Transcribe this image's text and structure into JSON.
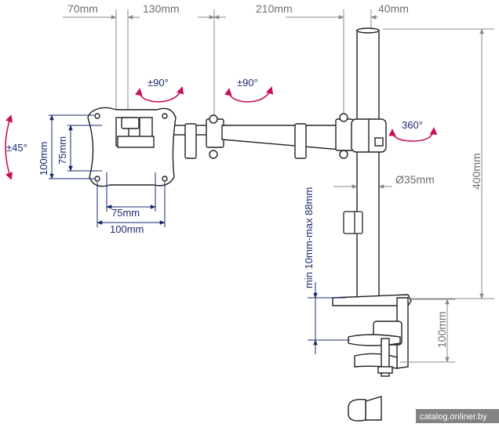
{
  "dimensions": {
    "top_70": "70mm",
    "top_130": "130mm",
    "top_210": "210mm",
    "top_40": "40mm",
    "height_400": "400mm",
    "pole_diameter": "Ø35mm",
    "clamp_range": "min 10mm-max 88mm",
    "clamp_100": "100mm",
    "vesa_h_75": "75mm",
    "vesa_h_100": "100mm",
    "vesa_v_75": "75mm",
    "vesa_v_100": "100mm"
  },
  "rotations": {
    "tilt": "±45°",
    "swivel_1": "±90°",
    "swivel_2": "±90°",
    "pole_rotation": "360°"
  },
  "watermark": "catalog.onliner.by",
  "colors": {
    "line": "#222222",
    "dimension": "#8a8a8a",
    "blue": "#1a2a6c",
    "magenta": "#c8105a"
  }
}
